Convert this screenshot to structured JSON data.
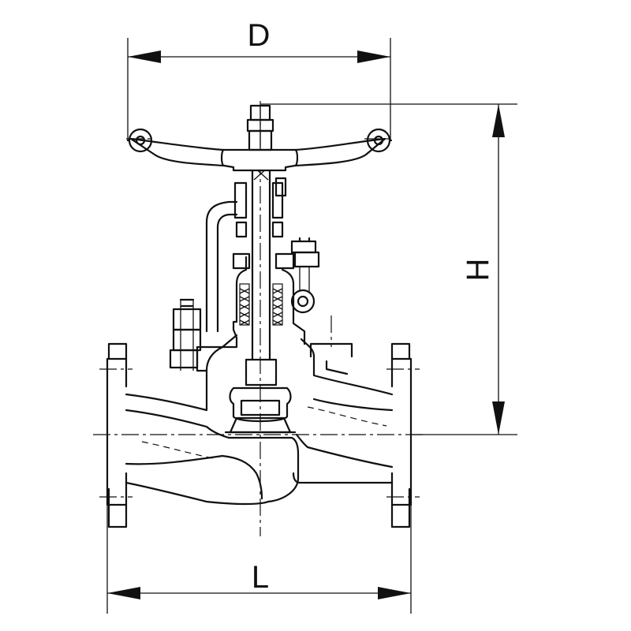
{
  "dimensions": {
    "D": "D",
    "H": "H",
    "L": "L"
  }
}
